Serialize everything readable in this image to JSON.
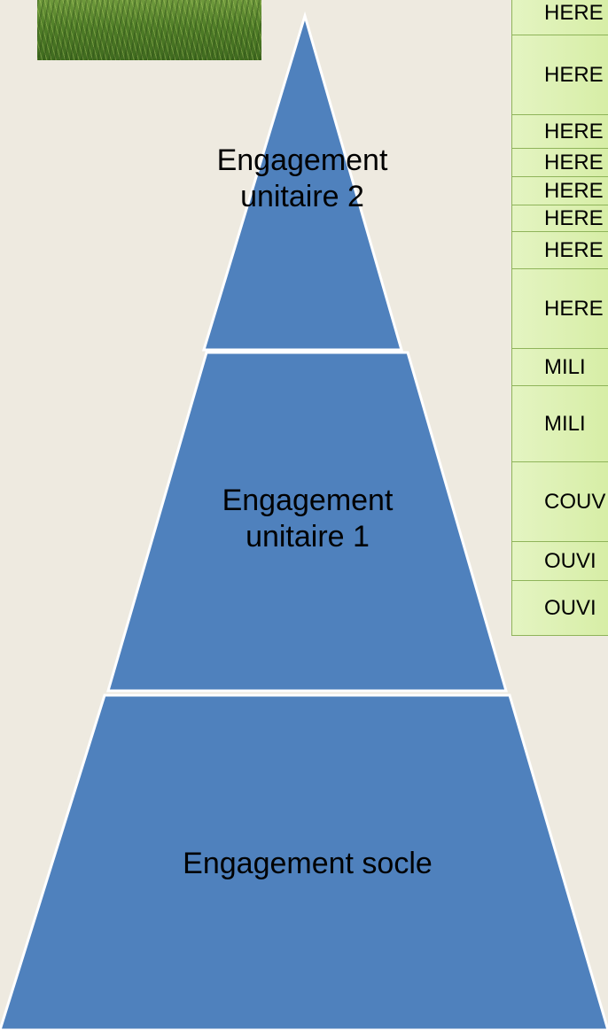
{
  "pyramid": {
    "tier_top": [
      "Engagement",
      "unitaire 2"
    ],
    "tier_middle": [
      "Engagement",
      "unitaire 1"
    ],
    "tier_base": "Engagement socle",
    "fill_color": "#4f81bd",
    "stroke_color": "#ffffff"
  },
  "list": {
    "items": [
      "HERE",
      "HERE",
      "HERE",
      "HERE",
      "HERE",
      "HERE",
      "HERE",
      "HERE",
      "MILI",
      "MILI",
      "COUV",
      "OUVI",
      "OUVI"
    ],
    "background": "#d8efaa",
    "border_color": "#8fb45a"
  },
  "photo": {
    "icon": "grass-photo"
  }
}
